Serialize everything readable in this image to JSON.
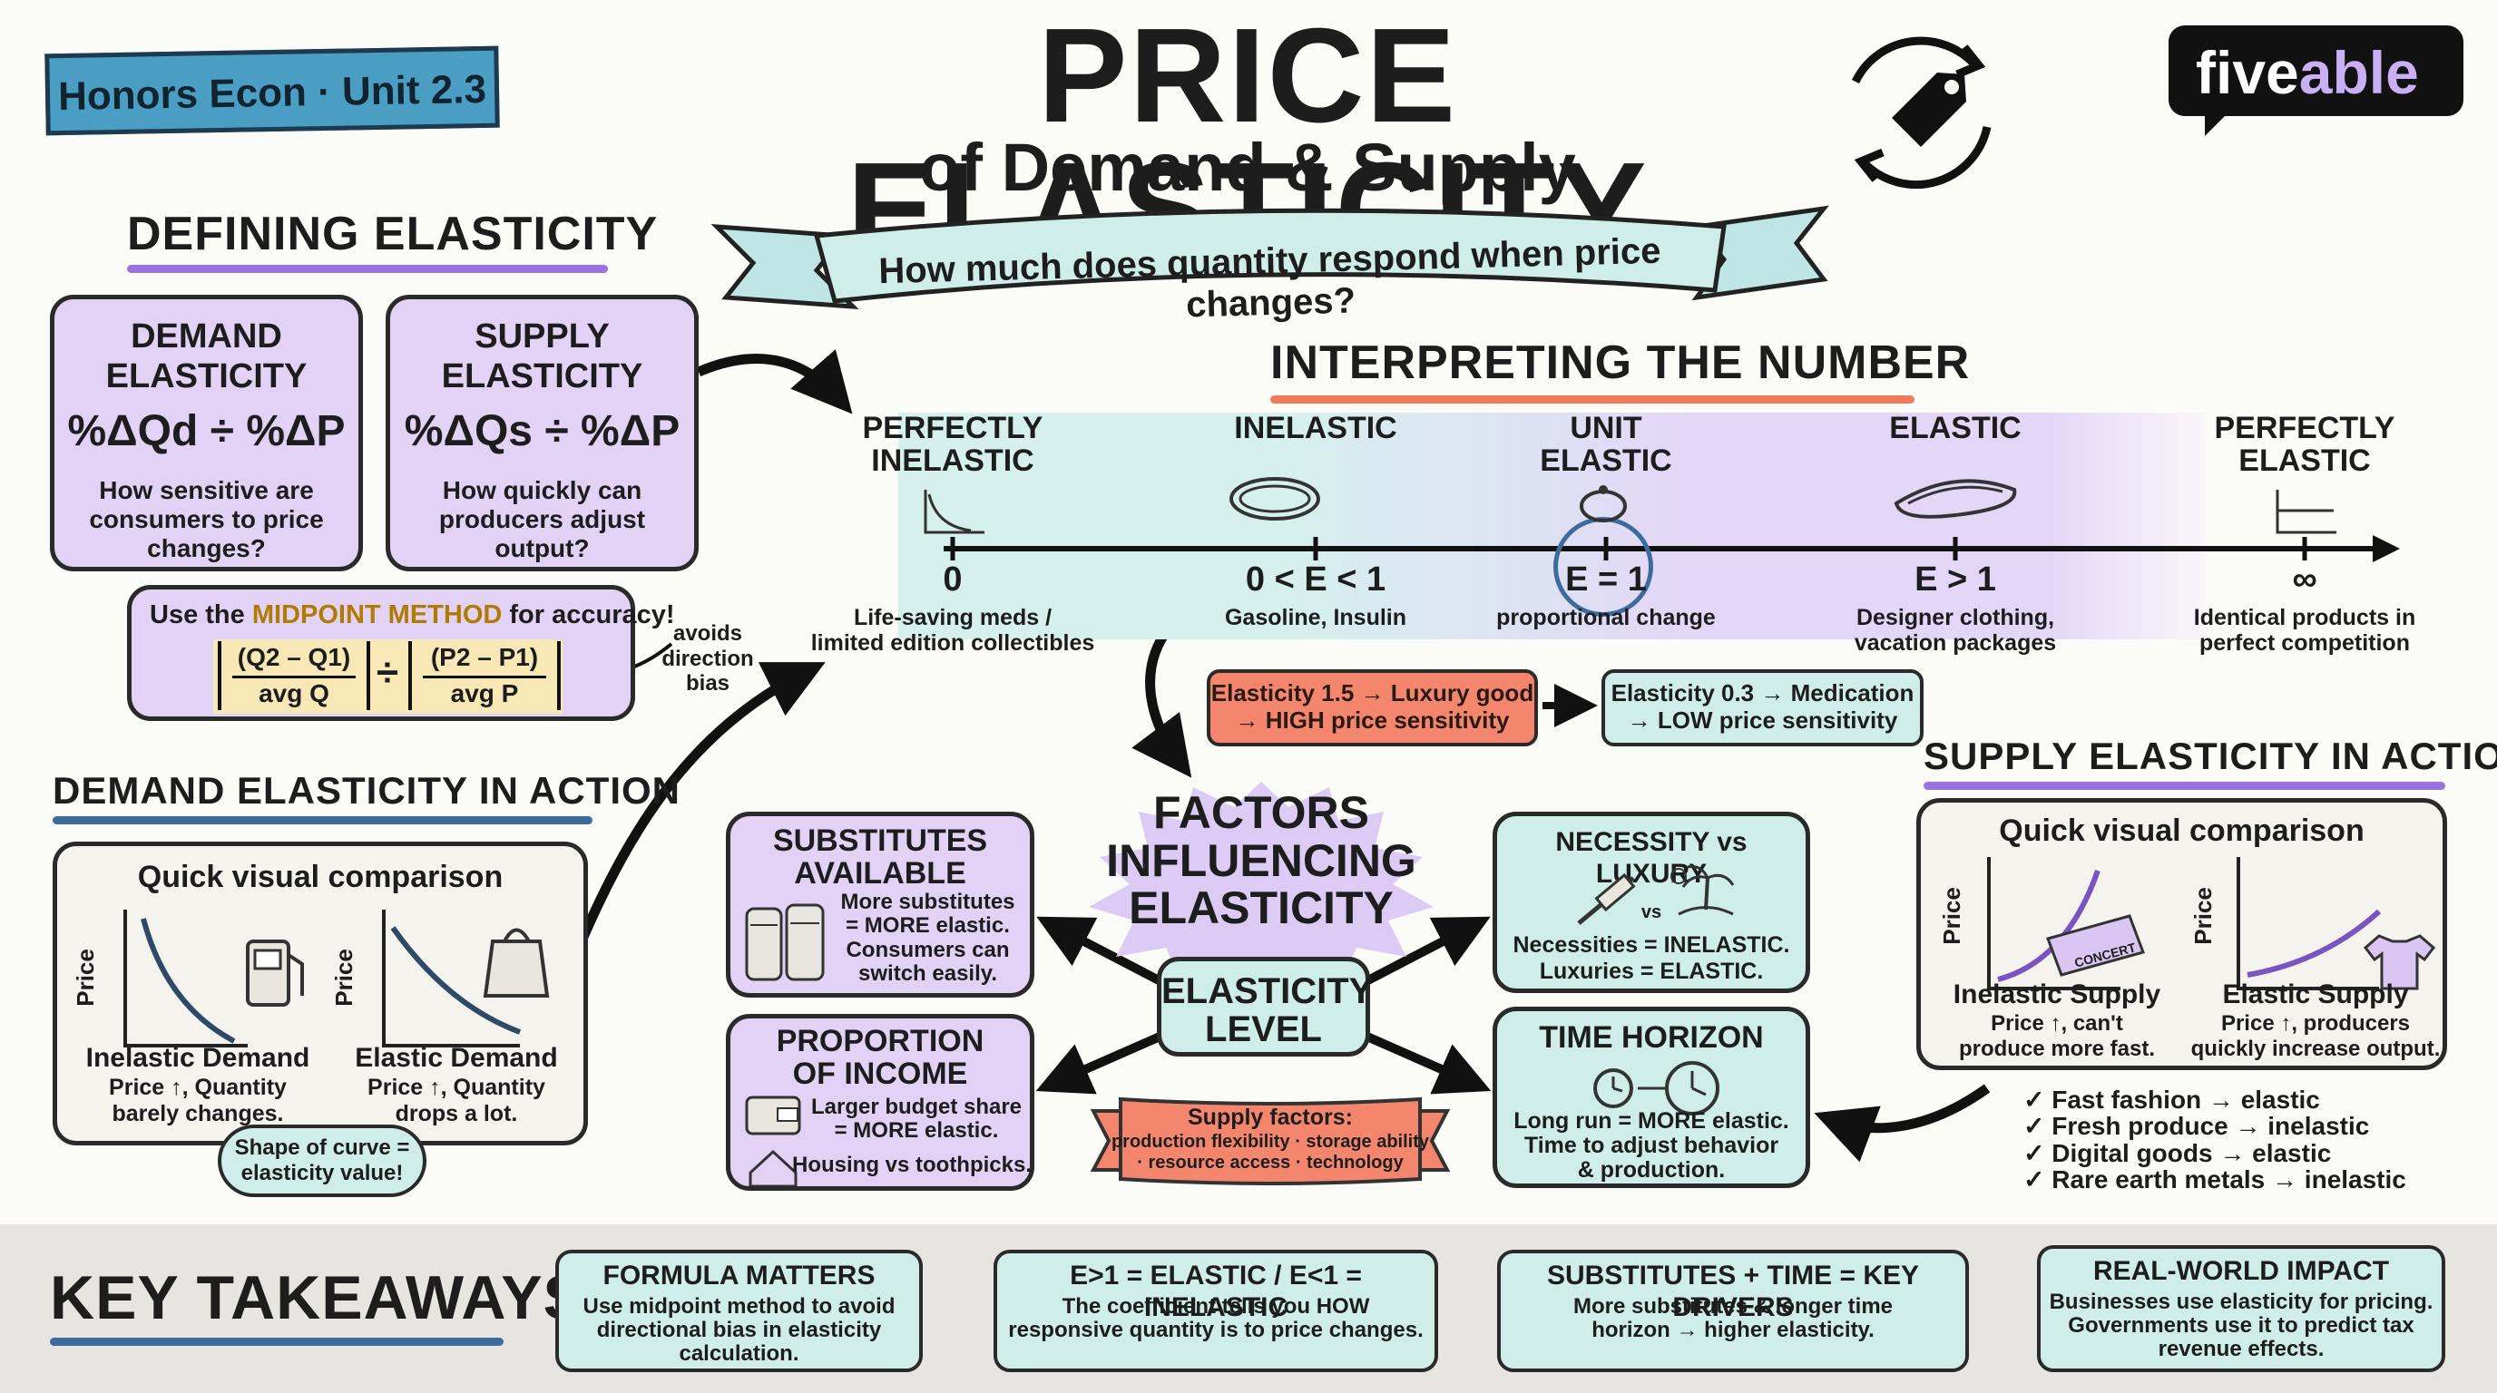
{
  "colors": {
    "purple": "#e2d3f6",
    "teal": "#cfeeea",
    "coral": "#f5866e",
    "cream": "#f7e8b5",
    "ink": "#1d1d1d",
    "accent_purple": "#9b72df",
    "accent_blue": "#3d6c9c"
  },
  "header": {
    "badge": "Honors Econ · Unit 2.3",
    "title": "PRICE ELASTICITY",
    "subtitle": "of Demand & Supply",
    "banner": "How much does quantity respond when price changes?",
    "logo": {
      "part1": "five",
      "part2": "able"
    },
    "title_icon": "price-tag-cycle-icon"
  },
  "defining": {
    "title": "DEFINING ELASTICITY",
    "demand": {
      "heading": "DEMAND\nELASTICITY",
      "formula": "%ΔQd ÷ %ΔP",
      "desc": "How sensitive are\nconsumers to price\nchanges?"
    },
    "supply": {
      "heading": "SUPPLY\nELASTICITY",
      "formula": "%ΔQs ÷ %ΔP",
      "desc": "How quickly can\nproducers adjust\noutput?"
    },
    "midpoint": {
      "prefix": "Use the ",
      "highlight": "MIDPOINT METHOD",
      "suffix": " for accuracy!",
      "num1": "(Q2 – Q1)",
      "den1": "avg Q",
      "num2": "(P2 – P1)",
      "den2": "avg P",
      "op": "÷"
    },
    "bias_note": "avoids\ndirection\nbias"
  },
  "interpreting": {
    "title": "INTERPRETING THE NUMBER",
    "points": [
      {
        "label": "PERFECTLY\nINELASTIC",
        "value": "0",
        "example": "Life-saving meds /\nlimited edition collectibles"
      },
      {
        "label": "INELASTIC",
        "value": "0 < E < 1",
        "example": "Gasoline, Insulin"
      },
      {
        "label": "UNIT\nELASTIC",
        "value": "E = 1",
        "example": "proportional change"
      },
      {
        "label": "ELASTIC",
        "value": "E > 1",
        "example": "Designer clothing,\nvacation packages"
      },
      {
        "label": "PERFECTLY\nELASTIC",
        "value": "∞",
        "example": "Identical products in\nperfect competition"
      }
    ],
    "example_luxury": "Elasticity 1.5 → Luxury good\n→ HIGH price sensitivity",
    "example_medication": "Elasticity 0.3 → Medication\n→ LOW price sensitivity"
  },
  "demand_action": {
    "title": "DEMAND ELASTICITY IN ACTION",
    "subtitle": "Quick visual comparison",
    "axis": "Price",
    "inelastic": {
      "label": "Inelastic Demand",
      "desc": "Price ↑, Quantity\nbarely changes.",
      "icon": "gas-pump-icon"
    },
    "elastic": {
      "label": "Elastic Demand",
      "desc": "Price ↑, Quantity\ndrops a lot.",
      "icon": "shopping-bag-icon"
    },
    "callout": "Shape of curve =\nelasticity value!"
  },
  "factors": {
    "title": "FACTORS\nINFLUENCING\nELASTICITY",
    "center": "ELASTICITY\nLEVEL",
    "substitutes": {
      "heading": "SUBSTITUTES\nAVAILABLE",
      "desc": "More substitutes\n= MORE elastic.\nConsumers can\nswitch easily.",
      "icon": "soda-cans-icon"
    },
    "income": {
      "heading": "PROPORTION\nOF INCOME",
      "desc": "Larger budget share\n= MORE elastic.",
      "extra": "Housing vs toothpicks.",
      "icon": "wallet-icon"
    },
    "necessity": {
      "heading": "NECESSITY vs LUXURY",
      "vs": "vs",
      "desc": "Necessities = INELASTIC.\nLuxuries = ELASTIC.",
      "icon": "syringe-vs-island-icon"
    },
    "time": {
      "heading": "TIME HORIZON",
      "desc": "Long run = MORE elastic.\nTime to adjust behavior\n& production.",
      "icon": "clocks-icon"
    },
    "supply_factors": {
      "heading": "Supply factors:",
      "desc": "production flexibility · storage ability\n· resource access · technology"
    }
  },
  "supply_action": {
    "title": "SUPPLY ELASTICITY IN ACTION",
    "subtitle": "Quick visual comparison",
    "axis": "Price",
    "inelastic": {
      "label": "Inelastic Supply",
      "desc": "Price ↑, can't\nproduce more fast.",
      "icon": "ticket-icon",
      "ticket_text": "CONCERT"
    },
    "elastic": {
      "label": "Elastic Supply",
      "desc": "Price ↑, producers\nquickly increase output.",
      "icon": "tshirt-icon"
    },
    "list": [
      "✓ Fast fashion → elastic",
      "✓ Fresh produce → inelastic",
      "✓ Digital goods → elastic",
      "✓ Rare earth metals → inelastic"
    ]
  },
  "takeaways": {
    "title": "KEY TAKEAWAYS",
    "items": [
      {
        "heading": "FORMULA MATTERS",
        "desc": "Use midpoint method to avoid\ndirectional bias in elasticity\ncalculation."
      },
      {
        "heading": "E>1 = ELASTIC / E<1 = INELASTIC",
        "desc": "The coefficient tells you HOW\nresponsive quantity is to price changes."
      },
      {
        "heading": "SUBSTITUTES + TIME = KEY DRIVERS",
        "desc": "More substitutes & longer time\nhorizon → higher elasticity."
      },
      {
        "heading": "REAL-WORLD IMPACT",
        "desc": "Businesses use elasticity for pricing.\nGovernments use it to predict tax\nrevenue effects."
      }
    ]
  }
}
